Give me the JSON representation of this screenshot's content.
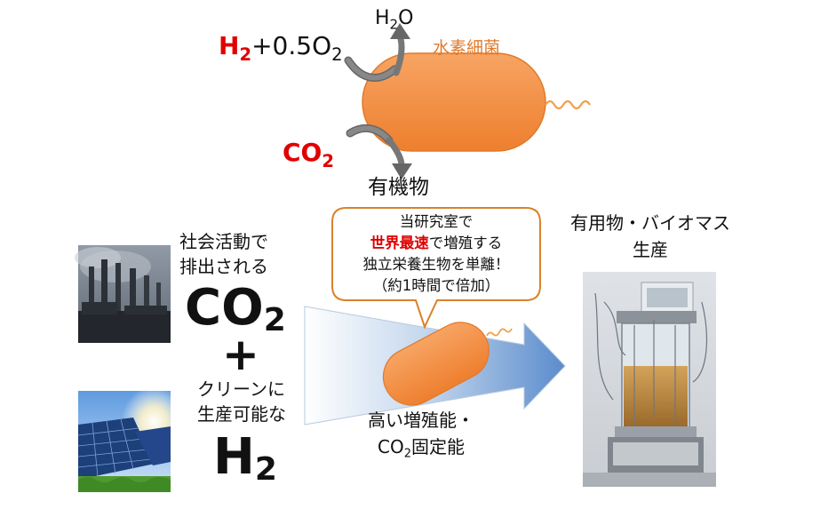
{
  "top": {
    "h2": "H",
    "h2_sub": "2",
    "plus_o2": "+0.5O",
    "o2_sub": "2",
    "water_h": "H",
    "water_sub": "2",
    "water_o": "O",
    "bacteria_label": "水素細菌",
    "co2_c": "CO",
    "co2_sub": "2",
    "organic": "有機物"
  },
  "bubble": {
    "line1": "当研究室で",
    "line2_highlight": "世界最速",
    "line2_rest": "で増殖する",
    "line3": "独立栄養生物を単離！",
    "line4": "（約1時間で倍加）"
  },
  "left": {
    "emit_line1": "社会活動で",
    "emit_line2": "排出される",
    "co2_big": "CO",
    "co2_big_sub": "2",
    "plus": "+",
    "clean_line1": "クリーンに",
    "clean_line2": "生産可能な",
    "h2_big": "H",
    "h2_big_sub": "2"
  },
  "bottom": {
    "ability_line1": "高い増殖能・",
    "ability_co": "CO",
    "ability_sub": "2",
    "ability_rest": "固定能"
  },
  "right": {
    "product_line1": "有用物・バイオマス",
    "product_line2": "生産"
  },
  "colors": {
    "bacteria": "#f28c3c",
    "bacteria_edge": "#e07a2a",
    "bubble_border": "#d9822b",
    "red": "#e00000",
    "arrow_gray": "#555555"
  }
}
